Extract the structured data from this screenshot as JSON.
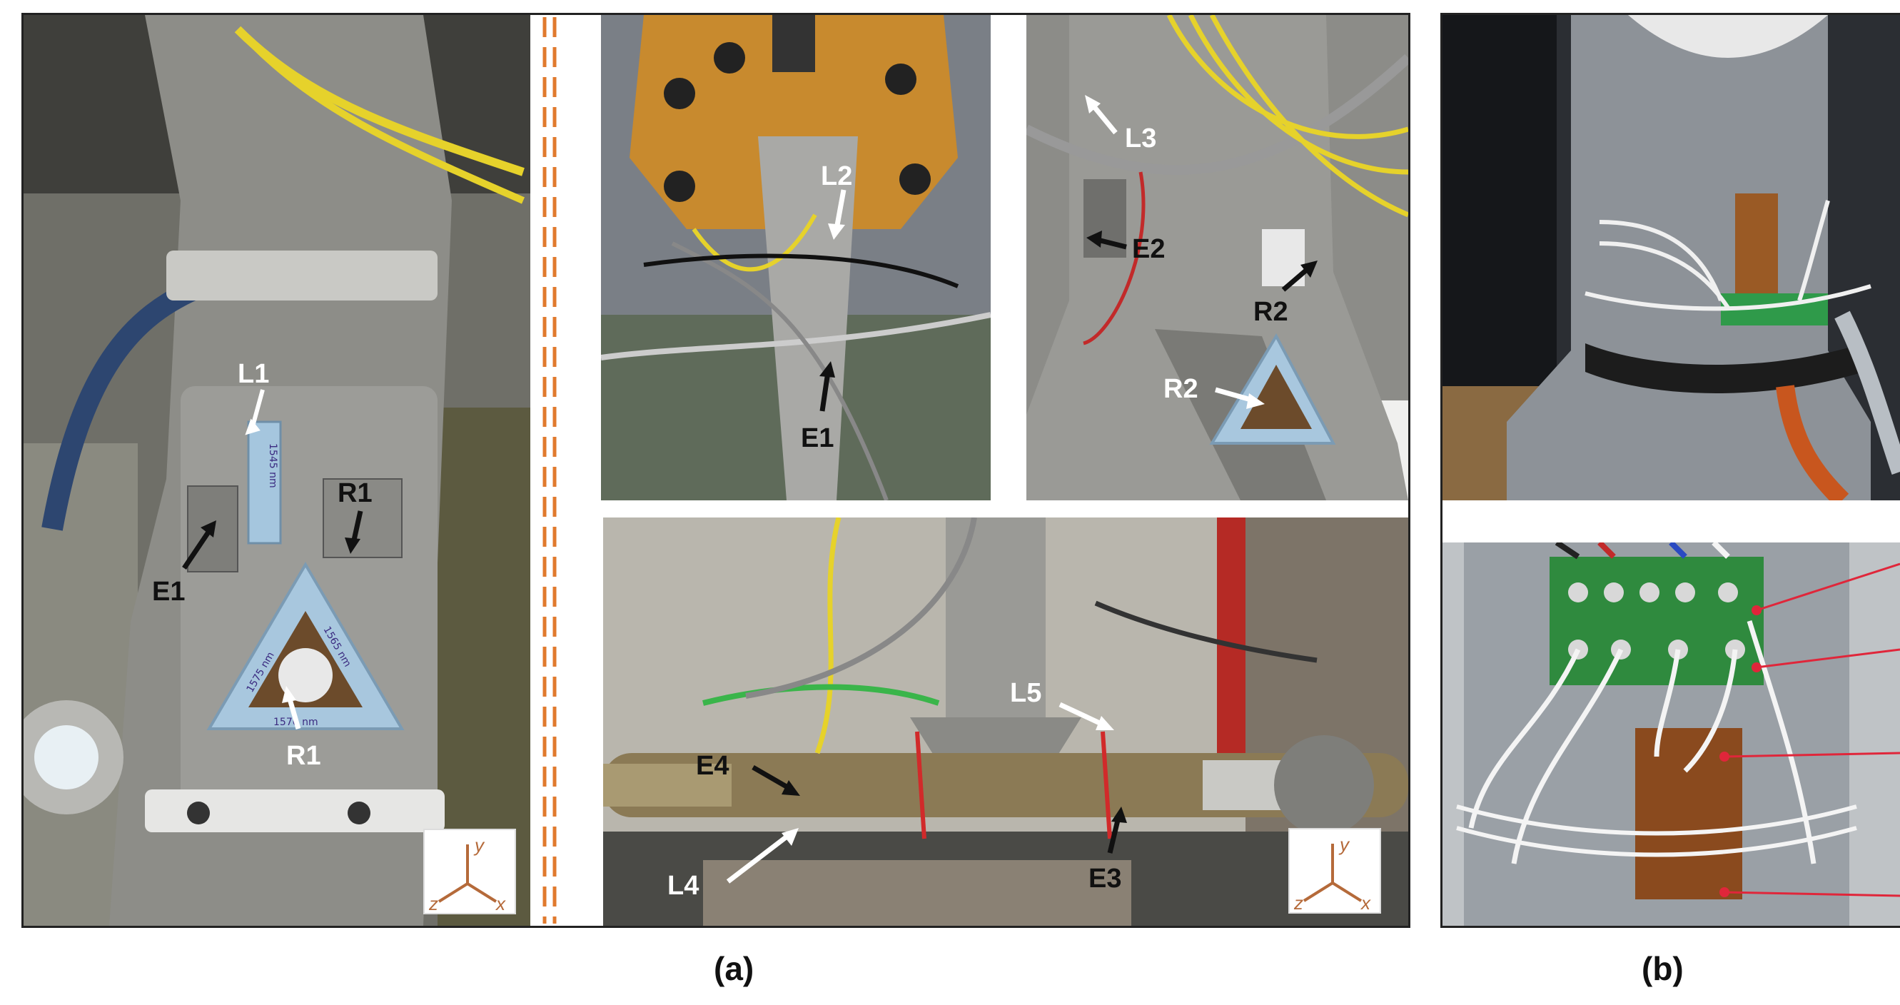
{
  "figure": {
    "caption_a": "(a)",
    "caption_b": "(b)"
  },
  "panel_main_left": {
    "labels": {
      "L1": "L1",
      "E1": "E1",
      "R1_top": "R1",
      "R1_bottom": "R1"
    },
    "gauge_texts": [
      "1575 nm",
      "1565 nm",
      "1570 nm",
      "1545 nm"
    ],
    "axes": {
      "x": "x",
      "y": "y",
      "z": "z"
    }
  },
  "panel_top_middle": {
    "labels": {
      "L2": "L2",
      "E1": "E1"
    }
  },
  "panel_top_right": {
    "labels": {
      "L3": "L3",
      "E2": "E2",
      "R2_top": "R2",
      "R2_bottom": "R2"
    }
  },
  "panel_bottom_middle": {
    "labels": {
      "E4": "E4",
      "L5": "L5",
      "E3": "E3",
      "L4": "L4"
    },
    "axes": {
      "x": "x",
      "y": "y",
      "z": "z"
    }
  },
  "colors": {
    "dashed_separator": "#e07a2e",
    "label_white": "#ffffff",
    "label_black": "#111111",
    "axes_color": "#b56a3a",
    "callout_red": "#e0263a"
  }
}
